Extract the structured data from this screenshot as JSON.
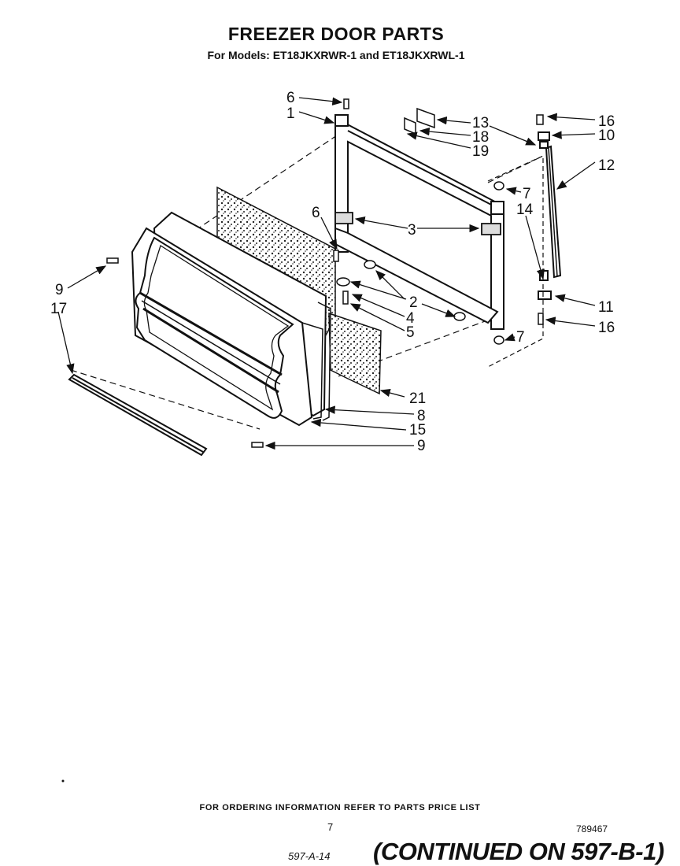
{
  "header": {
    "title": "FREEZER DOOR PARTS",
    "subtitle": "For Models: ET18JKXRWR-1 and ET18JKXRWL-1"
  },
  "diagram": {
    "callouts": [
      "6",
      "1",
      "13",
      "18",
      "19",
      "16",
      "10",
      "12",
      "7",
      "3",
      "14",
      "6",
      "2",
      "4",
      "5",
      "9",
      "17",
      "11",
      "16",
      "7",
      "21",
      "8",
      "15",
      "9"
    ]
  },
  "footer": {
    "ordering_note": "FOR ORDERING INFORMATION REFER TO PARTS PRICE LIST",
    "page_number": "7",
    "diagram_number": "789467",
    "page_ref": "597-A-14",
    "continued": "(CONTINUED ON 597-B-1)"
  }
}
